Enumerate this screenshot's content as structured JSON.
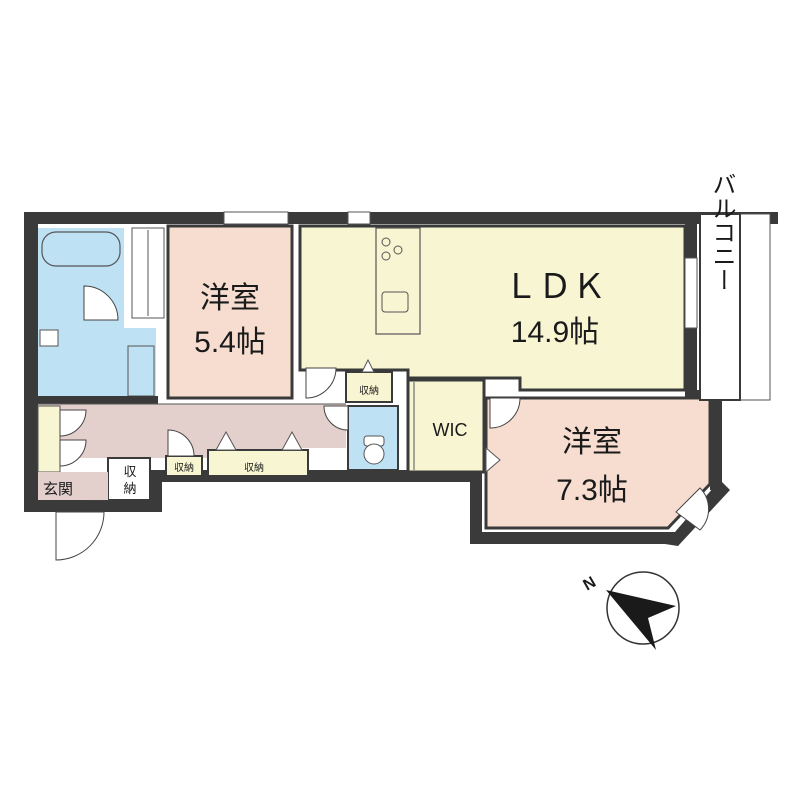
{
  "colors": {
    "wall": "#3a3a3a",
    "ldk": "#f7f5d2",
    "western_room": "#f6ddd0",
    "wet_area": "#bfe1f4",
    "hallway": "#e3cfcc",
    "storage": "#f7f5d2",
    "wic": "#f7f5d2",
    "balcony": "#ffffff"
  },
  "rooms": {
    "western_room_1": {
      "name": "洋室",
      "size": "5.4帖"
    },
    "ldk": {
      "name": "ＬＤＫ",
      "size": "14.9帖"
    },
    "western_room_2": {
      "name": "洋室",
      "size": "7.3帖"
    },
    "wic": {
      "name": "WIC"
    },
    "entrance": {
      "name": "玄関"
    },
    "storage_entrance": {
      "name": "収納"
    },
    "storage_hall_1": {
      "name": "収納"
    },
    "storage_hall_2": {
      "name": "収納"
    },
    "storage_ldk": {
      "name": "収納"
    },
    "balcony": {
      "name": "バルコニー"
    }
  },
  "compass": {
    "label": "N",
    "icon": "north-arrow-icon"
  }
}
